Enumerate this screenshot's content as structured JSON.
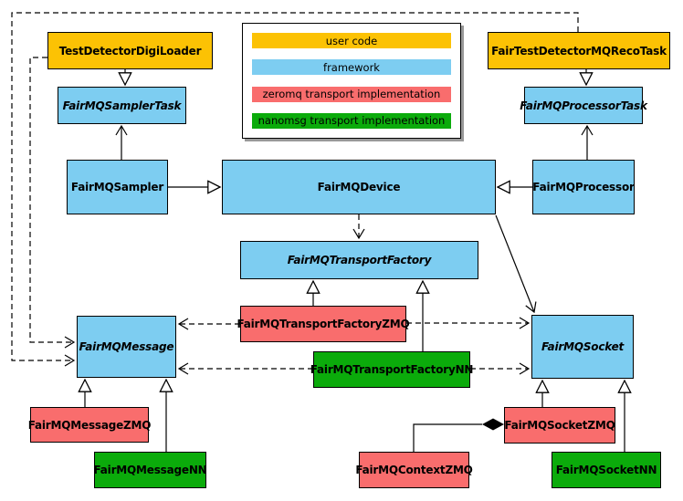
{
  "legend": {
    "items": [
      {
        "label": "user code",
        "color": "#FCC204"
      },
      {
        "label": "framework",
        "color": "#7DCDF1"
      },
      {
        "label": "zeromq transport implementation",
        "color": "#F96D6D"
      },
      {
        "label": "nanomsg transport implementation",
        "color": "#0BAB0B"
      }
    ]
  },
  "nodes": {
    "testDetectorDigiLoader": {
      "label": "TestDetectorDigiLoader",
      "category": "user code",
      "abstract": false
    },
    "fairTestDetectorMQRecoTask": {
      "label": "FairTestDetectorMQRecoTask",
      "category": "user code",
      "abstract": false
    },
    "fairMQSamplerTask": {
      "label": "FairMQSamplerTask",
      "category": "framework",
      "abstract": true
    },
    "fairMQProcessorTask": {
      "label": "FairMQProcessorTask",
      "category": "framework",
      "abstract": true
    },
    "fairMQSampler": {
      "label": "FairMQSampler",
      "category": "framework",
      "abstract": false
    },
    "fairMQDevice": {
      "label": "FairMQDevice",
      "category": "framework",
      "abstract": false
    },
    "fairMQProcessor": {
      "label": "FairMQProcessor",
      "category": "framework",
      "abstract": false
    },
    "fairMQTransportFactory": {
      "label": "FairMQTransportFactory",
      "category": "framework",
      "abstract": true
    },
    "fairMQTransportFactoryZMQ": {
      "label": "FairMQTransportFactoryZMQ",
      "category": "zeromq",
      "abstract": false
    },
    "fairMQTransportFactoryNN": {
      "label": "FairMQTransportFactoryNN",
      "category": "nanomsg",
      "abstract": false
    },
    "fairMQMessage": {
      "label": "FairMQMessage",
      "category": "framework",
      "abstract": true
    },
    "fairMQSocket": {
      "label": "FairMQSocket",
      "category": "framework",
      "abstract": true
    },
    "fairMQMessageZMQ": {
      "label": "FairMQMessageZMQ",
      "category": "zeromq",
      "abstract": false
    },
    "fairMQMessageNN": {
      "label": "FairMQMessageNN",
      "category": "nanomsg",
      "abstract": false
    },
    "fairMQSocketZMQ": {
      "label": "FairMQSocketZMQ",
      "category": "zeromq",
      "abstract": false
    },
    "fairMQSocketNN": {
      "label": "FairMQSocketNN",
      "category": "nanomsg",
      "abstract": false
    },
    "fairMQContextZMQ": {
      "label": "FairMQContextZMQ",
      "category": "zeromq",
      "abstract": false
    }
  },
  "edges": [
    {
      "from": "TestDetectorDigiLoader",
      "to": "FairMQSamplerTask",
      "type": "inheritance"
    },
    {
      "from": "FairTestDetectorMQRecoTask",
      "to": "FairMQProcessorTask",
      "type": "inheritance"
    },
    {
      "from": "FairMQSampler",
      "to": "FairMQDevice",
      "type": "inheritance"
    },
    {
      "from": "FairMQProcessor",
      "to": "FairMQDevice",
      "type": "inheritance"
    },
    {
      "from": "FairMQSampler",
      "to": "FairMQSamplerTask",
      "type": "association"
    },
    {
      "from": "FairMQProcessor",
      "to": "FairMQProcessorTask",
      "type": "association"
    },
    {
      "from": "FairMQDevice",
      "to": "FairMQTransportFactory",
      "type": "dependency"
    },
    {
      "from": "FairMQDevice",
      "to": "FairMQSocket",
      "type": "association"
    },
    {
      "from": "FairMQTransportFactoryZMQ",
      "to": "FairMQTransportFactory",
      "type": "inheritance"
    },
    {
      "from": "FairMQTransportFactoryNN",
      "to": "FairMQTransportFactory",
      "type": "inheritance"
    },
    {
      "from": "TestDetectorDigiLoader",
      "to": "FairMQMessage",
      "type": "dependency"
    },
    {
      "from": "FairTestDetectorMQRecoTask",
      "to": "FairMQMessage",
      "type": "dependency"
    },
    {
      "from": "FairMQTransportFactoryZMQ",
      "to": "FairMQMessage",
      "type": "dependency"
    },
    {
      "from": "FairMQTransportFactoryZMQ",
      "to": "FairMQSocket",
      "type": "dependency"
    },
    {
      "from": "FairMQTransportFactoryNN",
      "to": "FairMQMessage",
      "type": "dependency"
    },
    {
      "from": "FairMQTransportFactoryNN",
      "to": "FairMQSocket",
      "type": "dependency"
    },
    {
      "from": "FairMQMessageZMQ",
      "to": "FairMQMessage",
      "type": "inheritance"
    },
    {
      "from": "FairMQMessageNN",
      "to": "FairMQMessage",
      "type": "inheritance"
    },
    {
      "from": "FairMQSocketZMQ",
      "to": "FairMQSocket",
      "type": "inheritance"
    },
    {
      "from": "FairMQSocketNN",
      "to": "FairMQSocket",
      "type": "inheritance"
    },
    {
      "from": "FairMQSocketZMQ",
      "to": "FairMQContextZMQ",
      "type": "composition"
    }
  ]
}
